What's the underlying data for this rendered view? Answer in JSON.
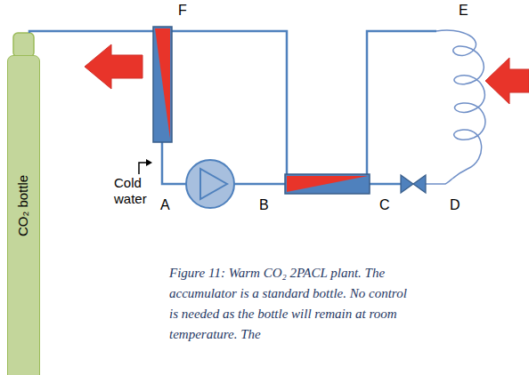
{
  "diagram": {
    "caption": "Figure 11: Warm CO₂ 2PACL plant. The accumulator is a standard bottle. No control is needed as the bottle will remain at room temperature. The",
    "nodes": [
      {
        "text": [
          "CO₂ bottle"
        ]
      }
    ],
    "labels": [
      "F",
      "E",
      "A",
      "B",
      "C",
      "D",
      "Cold water"
    ]
  }
}
